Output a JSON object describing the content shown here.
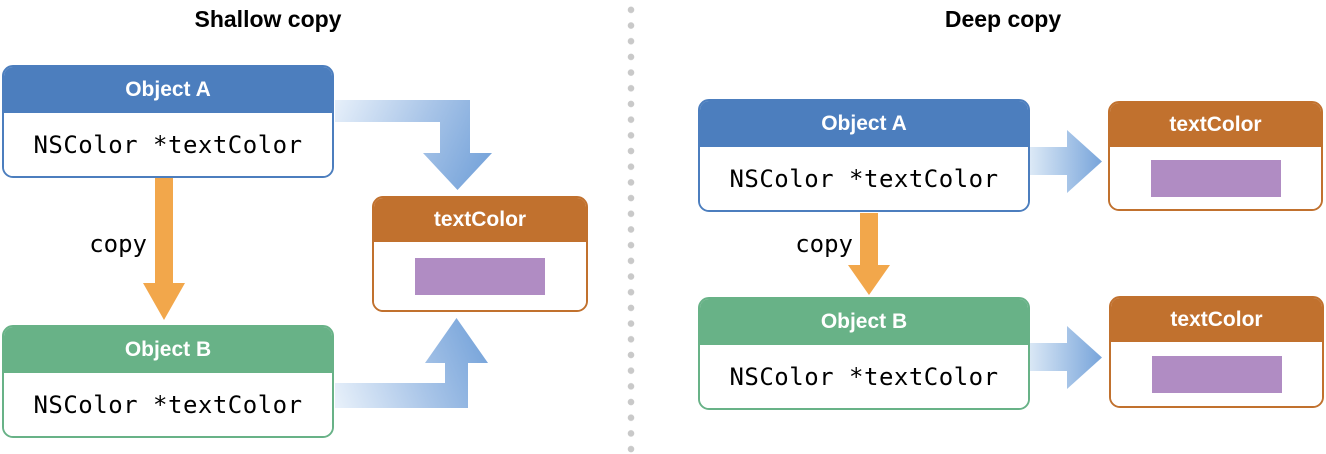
{
  "shallow": {
    "title": "Shallow copy",
    "object_a": {
      "name": "Object A",
      "field": "NSColor *textColor"
    },
    "object_b": {
      "name": "Object B",
      "field": "NSColor *textColor"
    },
    "copy_label": "copy",
    "reference_box": {
      "name": "textColor"
    }
  },
  "deep": {
    "title": "Deep copy",
    "object_a": {
      "name": "Object A",
      "field": "NSColor *textColor"
    },
    "object_b": {
      "name": "Object B",
      "field": "NSColor *textColor"
    },
    "copy_label": "copy",
    "reference_box_a": {
      "name": "textColor"
    },
    "reference_box_b": {
      "name": "textColor"
    }
  },
  "colors": {
    "object_a_header": "#4C7EBE",
    "object_b_header": "#68B287",
    "reference_header": "#C1712E",
    "color_swatch": "#B08CC3",
    "copy_arrow": "#F2A74B",
    "reference_arrow": "#7AA6DB",
    "reference_arrow_light": "#E7F0FA",
    "divider_dot": "#C9C9C9",
    "title_text": "#000000"
  }
}
